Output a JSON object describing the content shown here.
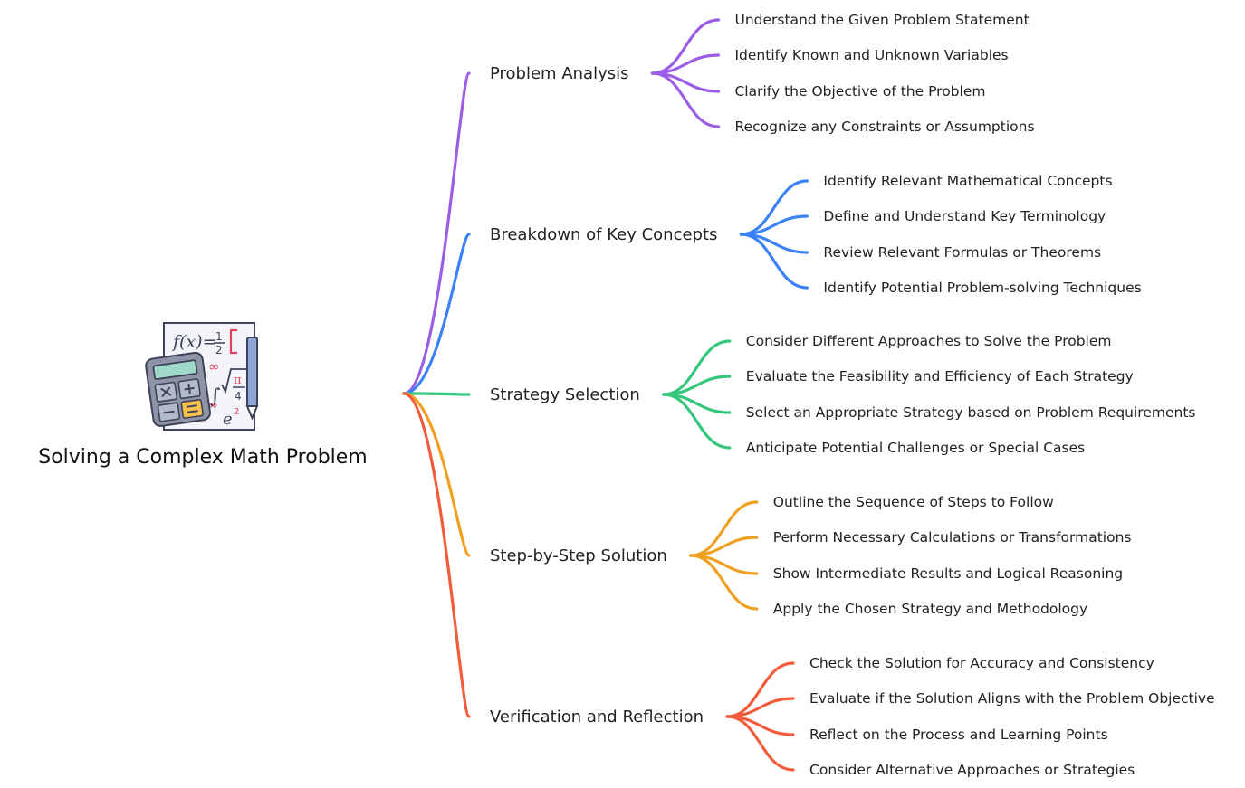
{
  "root": {
    "title": "Solving a Complex Math Problem",
    "icon": "calculator-math-icon"
  },
  "branches": [
    {
      "label": "Problem Analysis",
      "color": "#9b5de5",
      "items": [
        "Understand the Given Problem Statement",
        "Identify Known and Unknown Variables",
        "Clarify the Objective of the Problem",
        "Recognize any Constraints or Assumptions"
      ]
    },
    {
      "label": "Breakdown of Key Concepts",
      "color": "#3b82f6",
      "items": [
        "Identify Relevant Mathematical Concepts",
        "Define and Understand Key Terminology",
        "Review Relevant Formulas or Theorems",
        "Identify Potential Problem-solving Techniques"
      ]
    },
    {
      "label": "Strategy Selection",
      "color": "#34c77b",
      "items": [
        "Consider Different Approaches to Solve the Problem",
        "Evaluate the Feasibility and Efficiency of Each Strategy",
        "Select an Appropriate Strategy based on Problem Requirements",
        "Anticipate Potential Challenges or Special Cases"
      ]
    },
    {
      "label": "Step-by-Step Solution",
      "color": "#f0a020",
      "items": [
        "Outline the Sequence of Steps to Follow",
        "Perform Necessary Calculations or Transformations",
        "Show Intermediate Results and Logical Reasoning",
        "Apply the Chosen Strategy and Methodology"
      ]
    },
    {
      "label": "Verification and Reflection",
      "color": "#f25c3b",
      "items": [
        "Check the Solution for Accuracy and Consistency",
        "Evaluate if the Solution Aligns with the Problem Objective",
        "Reflect on the Process and Learning Points",
        "Consider Alternative Approaches or Strategies"
      ]
    }
  ]
}
